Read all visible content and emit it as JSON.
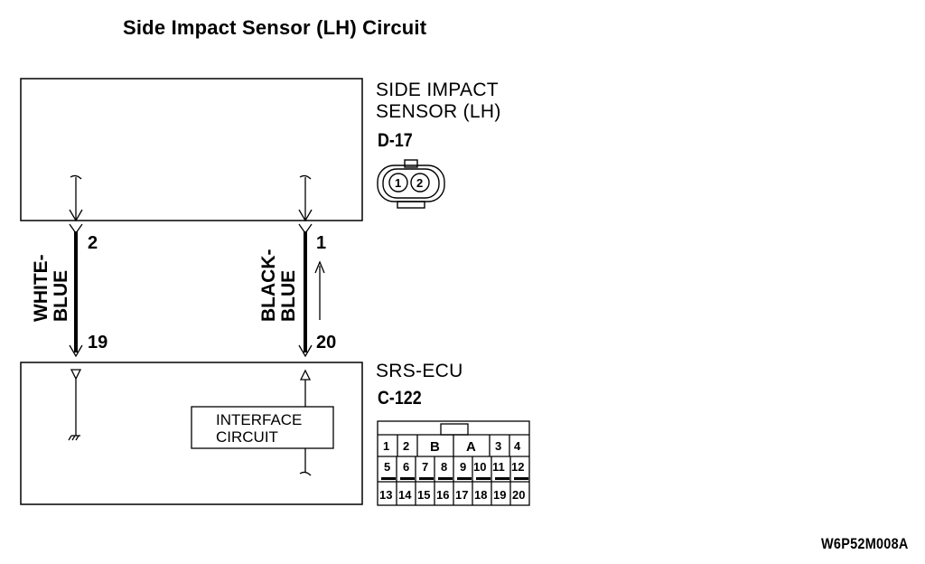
{
  "title": "Side Impact Sensor (LH) Circuit",
  "sensor": {
    "name_line1": "SIDE IMPACT",
    "name_line2": "SENSOR (LH)",
    "connector": "D-17",
    "connector_pins": [
      "1",
      "2"
    ]
  },
  "ecu": {
    "name": "SRS-ECU",
    "connector": "C-122",
    "interface_line1": "INTERFACE",
    "interface_line2": "CIRCUIT",
    "connector_pins": {
      "row1": [
        "1",
        "2",
        "B",
        "A",
        "3",
        "4"
      ],
      "row2": [
        "5",
        "6",
        "7",
        "8",
        "9",
        "10",
        "11",
        "12"
      ],
      "row3": [
        "13",
        "14",
        "15",
        "16",
        "17",
        "18",
        "19",
        "20"
      ]
    }
  },
  "wires": [
    {
      "color_line1": "WHITE-",
      "color_line2": "BLUE",
      "sensor_pin": "2",
      "ecu_pin": "19"
    },
    {
      "color_line1": "BLACK-",
      "color_line2": "BLUE",
      "sensor_pin": "1",
      "ecu_pin": "20"
    }
  ],
  "reference_code": "W6P52M008A"
}
